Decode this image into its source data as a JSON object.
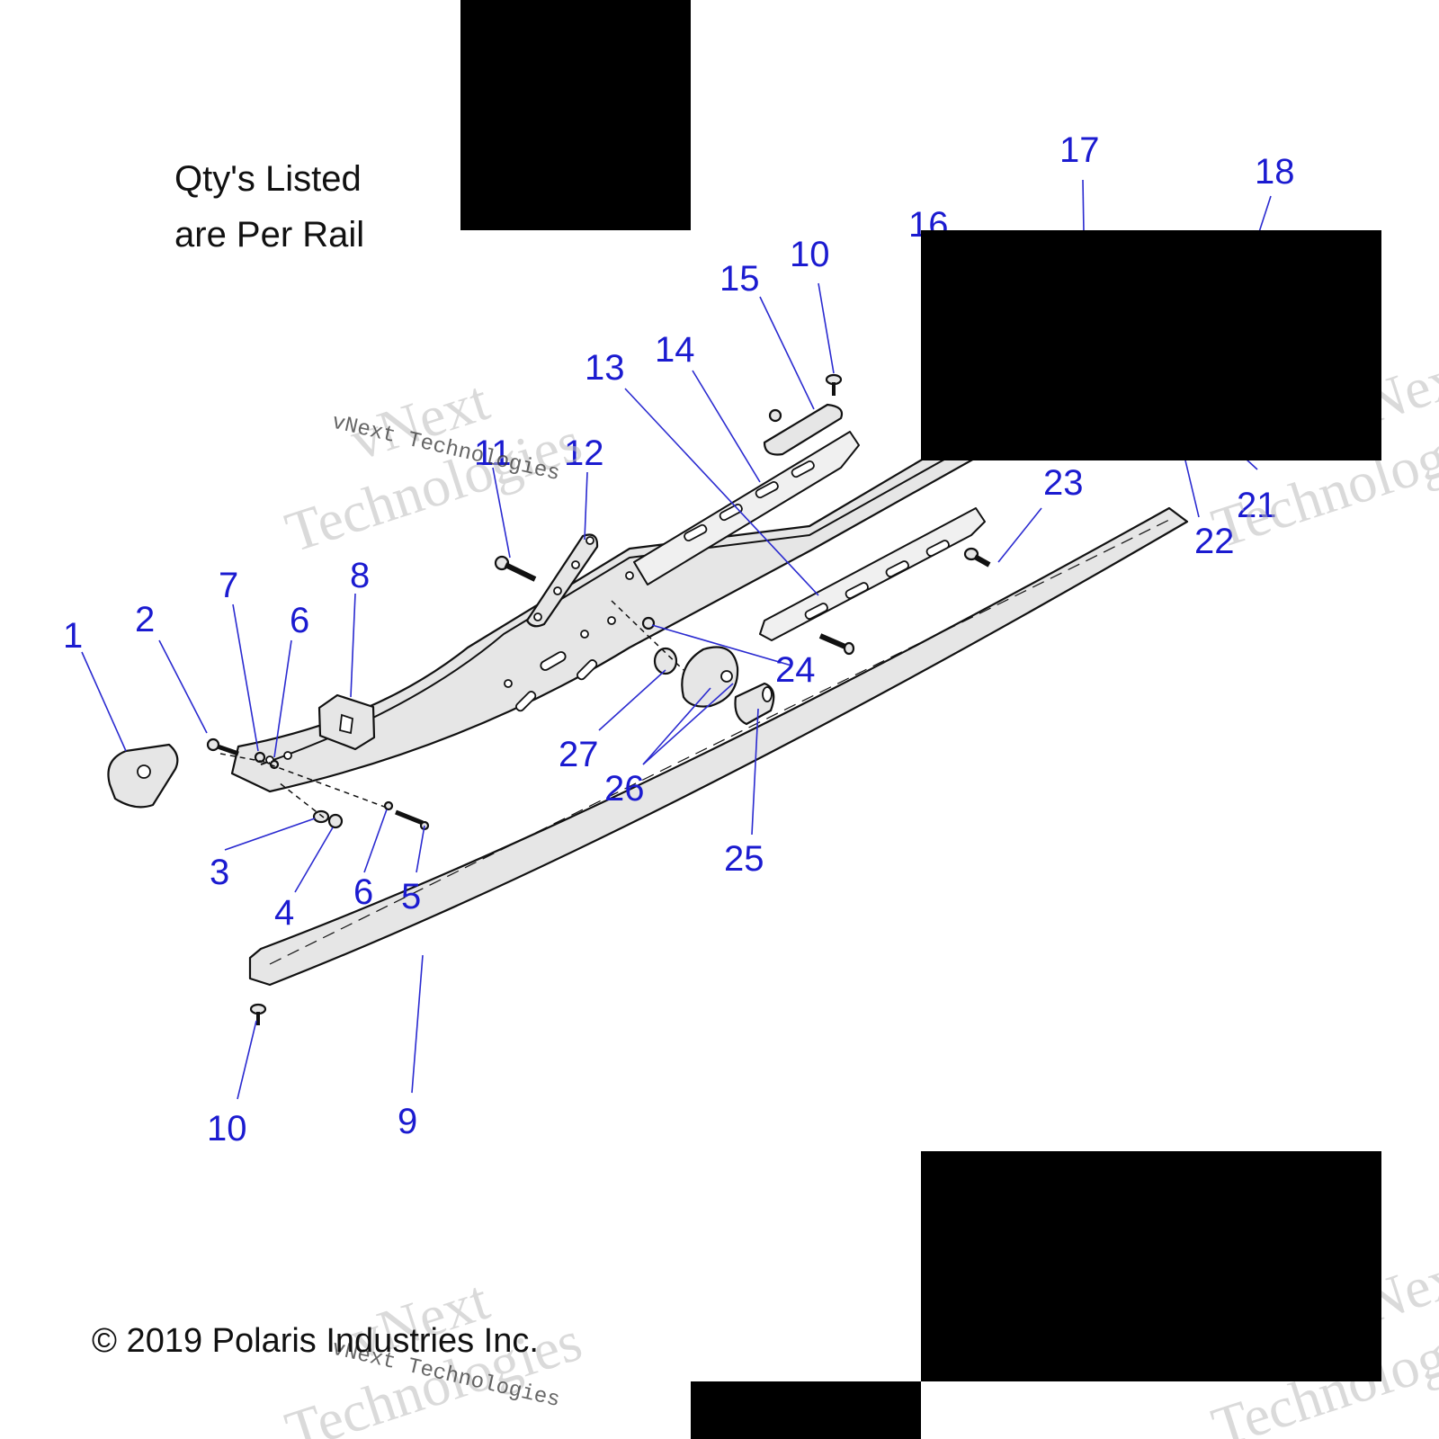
{
  "notes": {
    "qty_line1": "Qty's Listed",
    "qty_line2": "are Per Rail",
    "copyright": "© 2019 Polaris Industries Inc."
  },
  "watermarks": {
    "big_line1": "vNext",
    "big_line2": "Technologies",
    "small": "vNext Technologies"
  },
  "callouts": [
    "1",
    "2",
    "3",
    "4",
    "5",
    "6",
    "6",
    "7",
    "8",
    "9",
    "10",
    "10",
    "11",
    "12",
    "13",
    "14",
    "15",
    "16",
    "17",
    "18",
    "21",
    "22",
    "23",
    "24",
    "25",
    "26",
    "27"
  ]
}
